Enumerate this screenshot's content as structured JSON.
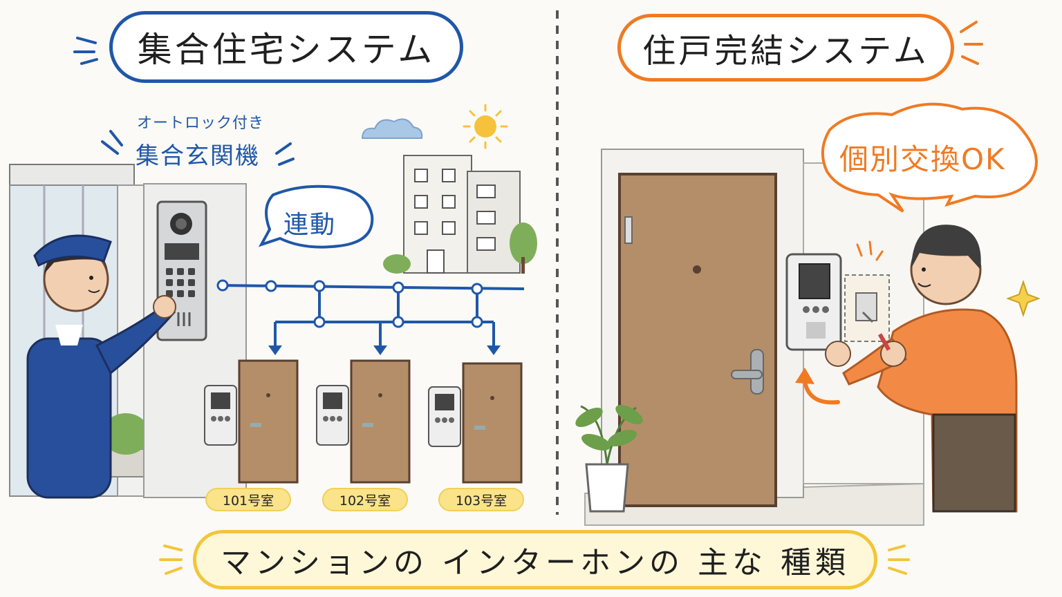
{
  "left_panel": {
    "title": "集合住宅システム",
    "entrance_caption_line1": "オートロック付き",
    "entrance_caption_line2": "集合玄関機",
    "speech_bubble": "連動",
    "rooms": [
      "101号室",
      "102号室",
      "103号室"
    ]
  },
  "right_panel": {
    "title": "住戸完結システム",
    "speech_bubble": "個別交換OK"
  },
  "footer": {
    "title": "マンションの インターホンの 主な 種類"
  },
  "colors": {
    "left_accent": "#1f57a8",
    "right_accent": "#f07a22",
    "footer_accent": "#f2c63a",
    "door": "#b48e69",
    "uniform": "#284f9b",
    "shirt": "#f28a45"
  }
}
